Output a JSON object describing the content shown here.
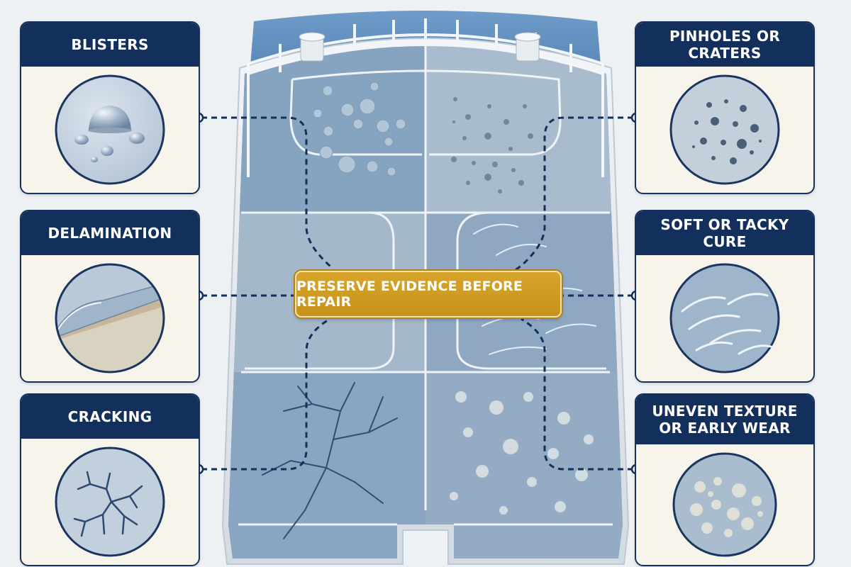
{
  "defects": {
    "blisters": {
      "label": "BLISTERS"
    },
    "delamination": {
      "label": "DELAMINATION"
    },
    "cracking": {
      "label": "CRACKING"
    },
    "pinholes": {
      "label": "PINHOLES OR CRATERS"
    },
    "soft_cure": {
      "label": "SOFT OR TACKY CURE"
    },
    "uneven": {
      "label_line1": "UNEVEN TEXTURE",
      "label_line2": "OR EARLY WEAR"
    }
  },
  "banner": {
    "label": "PRESERVE EVIDENCE BEFORE REPAIR"
  },
  "colors": {
    "navy": "#132f5c",
    "gold": "#c99a22",
    "deck_blue": "#8fa9c3",
    "card_bg": "#f7f4ec"
  }
}
